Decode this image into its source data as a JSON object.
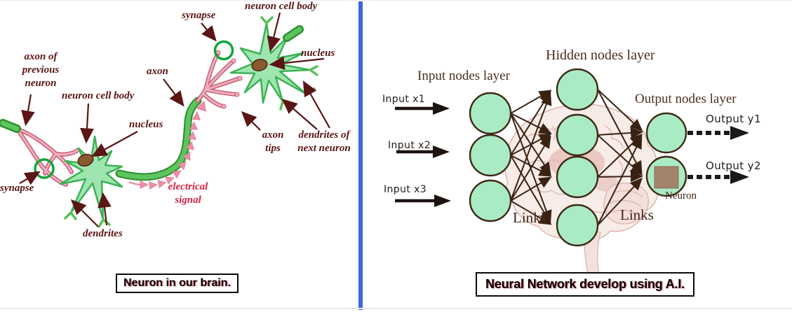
{
  "left": {
    "caption": "Neuron in our brain.",
    "labels": {
      "axon_of_previous": "axon of\nprevious\nneuron",
      "neuron_cell_body_1": "neuron cell body",
      "nucleus_1": "nucleus",
      "synapse_bottom": "synapse",
      "dendrites": "dendrites",
      "electrical_signal": "electrical\nsignal",
      "axon": "axon",
      "synapse_top": "synapse",
      "neuron_cell_body_2": "neuron cell body",
      "nucleus_2": "nucleus",
      "axon_tips": "axon\ntips",
      "dendrites_next": "dendrites of\nnext neuron"
    }
  },
  "right": {
    "caption": "Neural Network develop using A.I.",
    "titles": {
      "input": "Input nodes layer",
      "hidden": "Hidden nodes layer",
      "output": "Output nodes layer"
    },
    "inputs": [
      "Input x1",
      "Input x2",
      "Input x3"
    ],
    "outputs": [
      "Output y1",
      "Output y2"
    ],
    "links_left": "Links",
    "links_right": "Links",
    "neuron": "Neuron",
    "structure": {
      "input_nodes": 3,
      "hidden_nodes": 4,
      "output_nodes": 2
    }
  },
  "colors": {
    "divider_blue": "#3b67da",
    "node_fill": "#a9ecc3",
    "node_border": "#402817",
    "network_arrow_brown": "#3a2212",
    "label_maroon": "#5a1515",
    "signal_red": "#d62246",
    "cell_green": "#9fe5b0",
    "cell_green_border": "#3cb254",
    "axon_green": "#57c257",
    "synapse_ring_green": "#12a53a",
    "pink_terminal": "#f2aebb",
    "brain_pink": "#e8c3ba",
    "nucleus_brown": "#8a5a2e"
  }
}
